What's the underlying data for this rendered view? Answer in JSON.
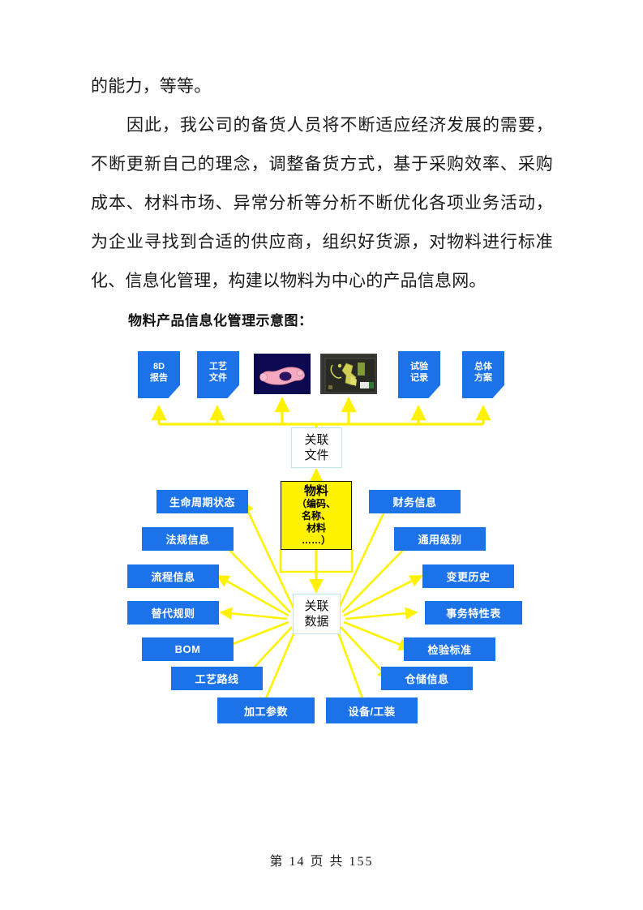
{
  "document": {
    "paragraphs": [
      {
        "text": "的能力，等等。",
        "indent": false
      },
      {
        "text": "因此，我公司的备货人员将不断适应经济发展的需要，不断更新自己的理念，调整备货方式，基于采购效率、采购成本、材料市场、异常分析等分析不断优化各项业务活动，为企业寻找到合适的供应商，组织好货源，对物料进行标准化、信息化管理，构建以物料为中心的产品信息网。",
        "indent": true
      }
    ],
    "figure_caption": "物料产品信息化管理示意图：",
    "footer": "第 14 页 共 155"
  },
  "colors": {
    "node_blue": "#1C72E8",
    "node_blue_fold": "#0E4FA8",
    "center_yellow": "#FFF200",
    "wire_yellow": "#FFF200",
    "white_node_border": "#bfe4ec",
    "thumb_3d_background": "#0d0a52",
    "thumb_3d_part": "#f3a6bd",
    "thumb_cad_background": "#2f2f2b"
  },
  "diagram": {
    "top_row": [
      {
        "id": "8d-report",
        "label": "8D\n报告",
        "type": "document"
      },
      {
        "id": "process-doc",
        "label": "工艺\n文件",
        "type": "document"
      },
      {
        "id": "model-3d",
        "label": "3D模型缩略图",
        "type": "image-3d-model"
      },
      {
        "id": "cad-drawing",
        "label": "CAD图纸缩略图",
        "type": "image-cad-drawing"
      },
      {
        "id": "test-record",
        "label": "试验\n记录",
        "type": "document"
      },
      {
        "id": "overall-plan",
        "label": "总体\n方案",
        "type": "document"
      }
    ],
    "hub_documents": {
      "id": "related-documents",
      "label": "关联\n文件"
    },
    "center": {
      "id": "material",
      "title": "物料",
      "detail": "（编码、\n名称、\n材料\n……）"
    },
    "hub_data": {
      "id": "related-data",
      "label": "关联\n数据"
    },
    "left_column": [
      {
        "id": "lifecycle-state",
        "label": "生命周期状态"
      },
      {
        "id": "regulation-info",
        "label": "法规信息"
      },
      {
        "id": "process-info",
        "label": "流程信息"
      },
      {
        "id": "substitute-rule",
        "label": "替代规则"
      },
      {
        "id": "bom",
        "label": "BOM"
      },
      {
        "id": "process-route",
        "label": "工艺路线"
      },
      {
        "id": "machining-params",
        "label": "加工参数"
      }
    ],
    "right_column": [
      {
        "id": "finance-info",
        "label": "财务信息"
      },
      {
        "id": "general-level",
        "label": "通用级别"
      },
      {
        "id": "change-history",
        "label": "变更历史"
      },
      {
        "id": "transaction-table",
        "label": "事务特性表"
      },
      {
        "id": "inspection-standard",
        "label": "检验标准"
      },
      {
        "id": "warehouse-info",
        "label": "仓储信息"
      },
      {
        "id": "equipment-tooling",
        "label": "设备/工装"
      }
    ]
  }
}
